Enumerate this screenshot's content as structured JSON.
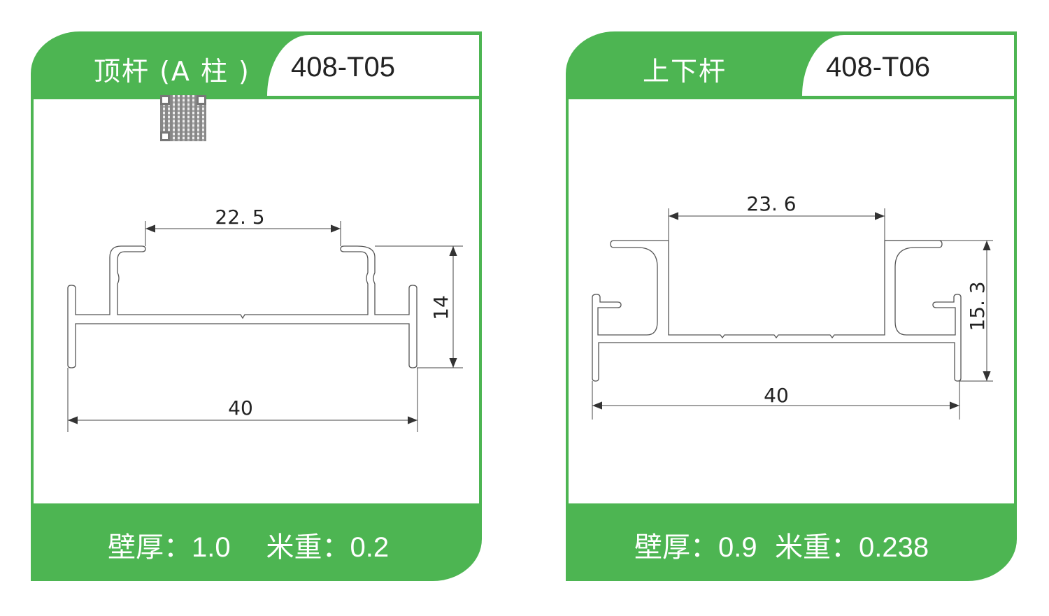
{
  "products": [
    {
      "title": "顶杆 (A 柱 )",
      "code": "408-T05",
      "dimensions": {
        "top_width": "22. 5",
        "height": "14",
        "width": "40"
      },
      "specs": {
        "wall_label": "壁厚：",
        "wall_value": "1.0",
        "weight_label": "米重：",
        "weight_value": "0.2"
      }
    },
    {
      "title": "上下杆",
      "code": "408-T06",
      "dimensions": {
        "top_width": "23. 6",
        "height": "15. 3",
        "width": "40"
      },
      "specs": {
        "wall_label": "壁厚：",
        "wall_value": "0.9",
        "weight_label": "米重：",
        "weight_value": "0.238"
      }
    }
  ],
  "colors": {
    "brand_green": "#4db552"
  }
}
